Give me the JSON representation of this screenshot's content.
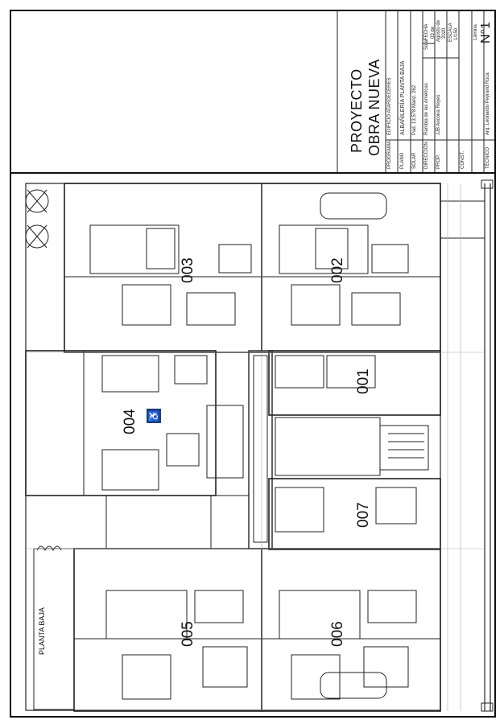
{
  "title_block": {
    "project_line1": "PROYECTO",
    "project_line2": "OBRA NUEVA",
    "programa_label": "PROGRAMA",
    "programa_value": "EDIFICIO ATARDECERES",
    "plano_label": "PLANO",
    "plano_value": "ALBAÑILERÍA PLANTA BAJA",
    "solar_label": "SOLAR",
    "solar_value": "Pad. 13.578 Manz. 262",
    "solar_extra": "Solar",
    "direccion_label": "DIRECCIÓN",
    "direccion_value": "Rambla de las Américas",
    "prop_label": "PROP.",
    "prop_value": "JJB Ancona Reyes",
    "const_label": "CONST.",
    "tecnico_label": "TÉCNICO",
    "tecnico_value": "Arq. Leonardo Peyrand Rúca",
    "fecha_label": "FECHA",
    "fecha_value_1": "03 de",
    "fecha_value_2": "Agosto de",
    "fecha_value_3": "2020",
    "escala_label": "ESCALA",
    "escala_value": "1/150",
    "lamina_label": "Lámina",
    "lamina_value": "N°1"
  },
  "plan": {
    "label": "PLANTA BAJA",
    "units": [
      "003",
      "002",
      "001",
      "004",
      "007",
      "005",
      "006"
    ],
    "accessibility_icon": "wheelchair-icon"
  }
}
